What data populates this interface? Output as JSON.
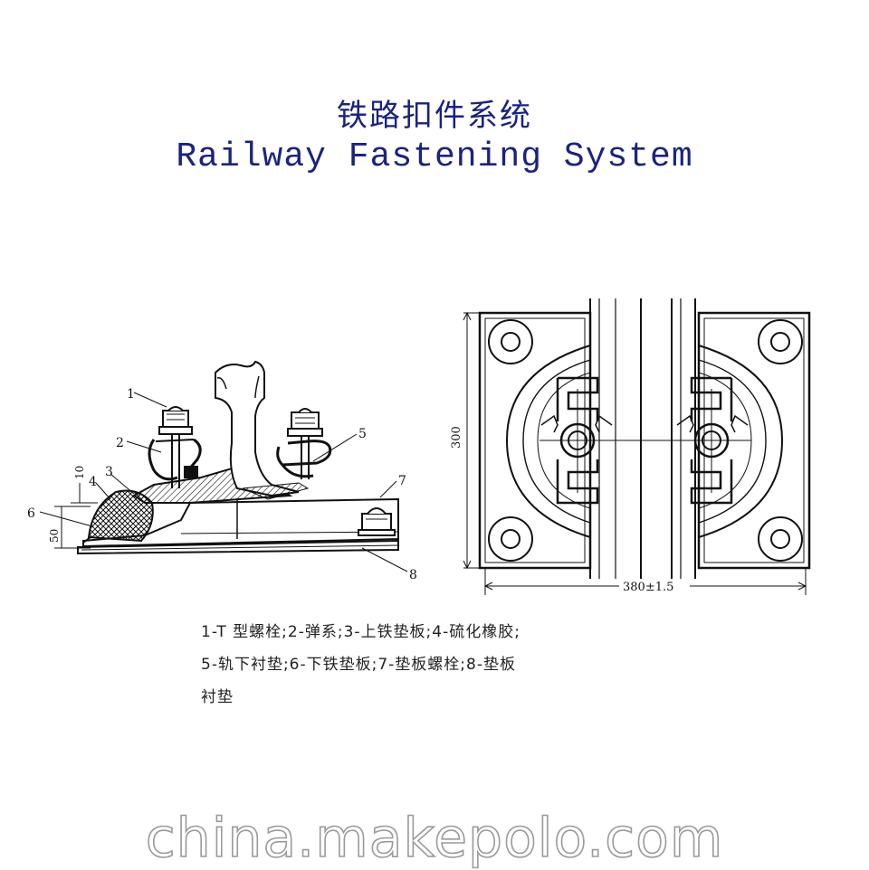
{
  "title_cn": "铁路扣件系统",
  "title_en": "Railway Fastening System",
  "labels": {
    "n1": "1",
    "n2": "2",
    "n3": "3",
    "n4": "4",
    "n5": "5",
    "n6": "6",
    "n7": "7",
    "n8": "8",
    "dim_10": "10",
    "dim_50": "50",
    "dim_300": "300",
    "dim_380": "380±1.5"
  },
  "caption": {
    "line1": "1-T 型螺栓;2-弹系;3-上铁垫板;4-硫化橡胶;",
    "line2": "5-轨下衬垫;6-下铁垫板;7-垫板螺栓;8-垫板",
    "line3": "衬垫"
  },
  "watermark": "china.makepolo.com"
}
